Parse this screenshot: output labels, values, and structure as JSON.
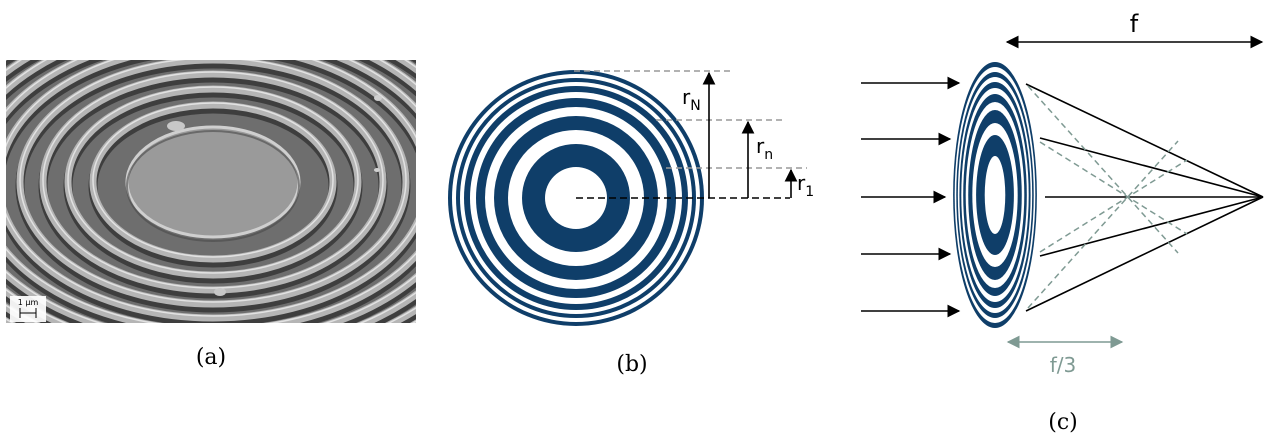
{
  "panel_a": {
    "caption": "(a)",
    "scale_bar_label": "1 μm"
  },
  "panel_b": {
    "caption": "(b)",
    "label_rN": "r",
    "label_rN_sub": "N",
    "label_rn": "r",
    "label_rn_sub": "n",
    "label_r1": "r",
    "label_r1_sub": "1"
  },
  "panel_c": {
    "caption": "(c)",
    "focal_label": "f",
    "third_focal_label": "f/3"
  },
  "colors": {
    "zone": "#0f3e69",
    "guide": "#7f9a93",
    "dash": "#999999",
    "sem_bg": "#7a7a7a"
  }
}
